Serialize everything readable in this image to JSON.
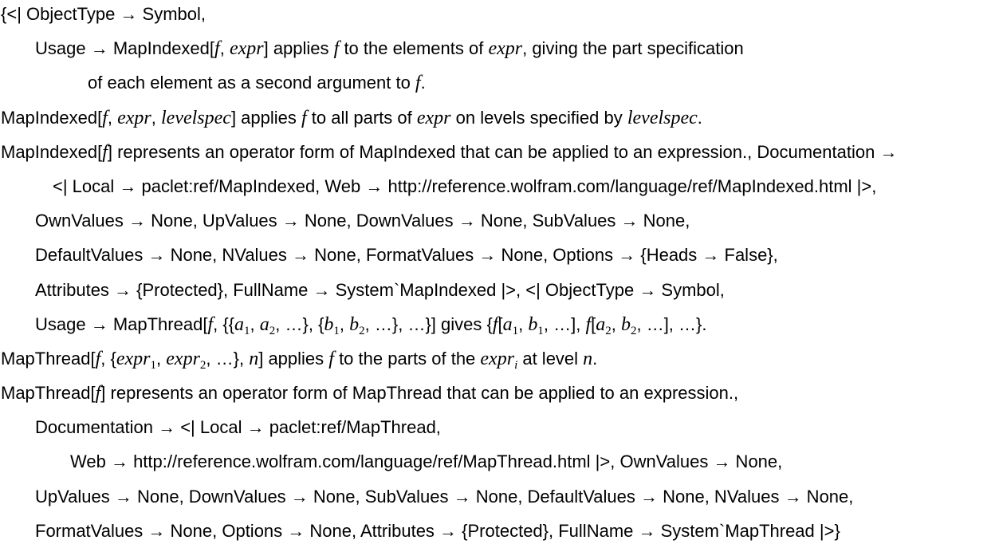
{
  "lines": [
    {
      "indent": 0,
      "segs": [
        {
          "t": "{<| ObjectType → Symbol,",
          "s": "n"
        }
      ]
    },
    {
      "indent": 44,
      "segs": [
        {
          "t": "Usage → MapIndexed[",
          "s": "n"
        },
        {
          "t": "f",
          "s": "i"
        },
        {
          "t": ", ",
          "s": "n"
        },
        {
          "t": "expr",
          "s": "i"
        },
        {
          "t": "] applies ",
          "s": "n"
        },
        {
          "t": "f",
          "s": "i"
        },
        {
          "t": " to the elements of ",
          "s": "n"
        },
        {
          "t": "expr",
          "s": "i"
        },
        {
          "t": ", giving the part specification",
          "s": "n"
        }
      ]
    },
    {
      "indent": 110,
      "segs": [
        {
          "t": "of each element as a second argument to ",
          "s": "n"
        },
        {
          "t": "f",
          "s": "i"
        },
        {
          "t": ".",
          "s": "n"
        }
      ]
    },
    {
      "indent": 0,
      "segs": [
        {
          "t": "MapIndexed[",
          "s": "n"
        },
        {
          "t": "f",
          "s": "i"
        },
        {
          "t": ", ",
          "s": "n"
        },
        {
          "t": "expr",
          "s": "i"
        },
        {
          "t": ", ",
          "s": "n"
        },
        {
          "t": "levelspec",
          "s": "i"
        },
        {
          "t": "] applies ",
          "s": "n"
        },
        {
          "t": "f",
          "s": "i"
        },
        {
          "t": " to all parts of ",
          "s": "n"
        },
        {
          "t": "expr",
          "s": "i"
        },
        {
          "t": " on levels specified by ",
          "s": "n"
        },
        {
          "t": "levelspec",
          "s": "i"
        },
        {
          "t": ".",
          "s": "n"
        }
      ]
    },
    {
      "indent": 0,
      "segs": [
        {
          "t": "MapIndexed[",
          "s": "n"
        },
        {
          "t": "f",
          "s": "i"
        },
        {
          "t": "] represents an operator form of MapIndexed that can be applied to an expression., Documentation →",
          "s": "n"
        }
      ]
    },
    {
      "indent": 66,
      "segs": [
        {
          "t": "<| Local → paclet:ref/MapIndexed, Web → http://reference.wolfram.com/language/ref/MapIndexed.html |>,",
          "s": "n"
        }
      ]
    },
    {
      "indent": 44,
      "segs": [
        {
          "t": "OwnValues → None, UpValues → None, DownValues → None, SubValues → None,",
          "s": "n"
        }
      ]
    },
    {
      "indent": 44,
      "segs": [
        {
          "t": "DefaultValues → None, NValues → None, FormatValues → None, Options → {Heads → False},",
          "s": "n"
        }
      ]
    },
    {
      "indent": 44,
      "segs": [
        {
          "t": "Attributes → {Protected}, FullName → System`MapIndexed |>, <| ObjectType → Symbol,",
          "s": "n"
        }
      ]
    },
    {
      "indent": 44,
      "segs": [
        {
          "t": "Usage → MapThread[",
          "s": "n"
        },
        {
          "t": "f",
          "s": "i"
        },
        {
          "t": ", {{",
          "s": "n"
        },
        {
          "t": "a",
          "s": "i"
        },
        {
          "t": "1",
          "s": "sub"
        },
        {
          "t": ", ",
          "s": "n"
        },
        {
          "t": "a",
          "s": "i"
        },
        {
          "t": "2",
          "s": "sub"
        },
        {
          "t": ", …}, {",
          "s": "n"
        },
        {
          "t": "b",
          "s": "i"
        },
        {
          "t": "1",
          "s": "sub"
        },
        {
          "t": ", ",
          "s": "n"
        },
        {
          "t": "b",
          "s": "i"
        },
        {
          "t": "2",
          "s": "sub"
        },
        {
          "t": ", …}, …}] gives {",
          "s": "n"
        },
        {
          "t": "f",
          "s": "i"
        },
        {
          "t": "[",
          "s": "n"
        },
        {
          "t": "a",
          "s": "i"
        },
        {
          "t": "1",
          "s": "sub"
        },
        {
          "t": ", ",
          "s": "n"
        },
        {
          "t": "b",
          "s": "i"
        },
        {
          "t": "1",
          "s": "sub"
        },
        {
          "t": ", …], ",
          "s": "n"
        },
        {
          "t": "f",
          "s": "i"
        },
        {
          "t": "[",
          "s": "n"
        },
        {
          "t": "a",
          "s": "i"
        },
        {
          "t": "2",
          "s": "sub"
        },
        {
          "t": ", ",
          "s": "n"
        },
        {
          "t": "b",
          "s": "i"
        },
        {
          "t": "2",
          "s": "sub"
        },
        {
          "t": ", …], …}.",
          "s": "n"
        }
      ]
    },
    {
      "indent": 0,
      "segs": [
        {
          "t": "MapThread[",
          "s": "n"
        },
        {
          "t": "f",
          "s": "i"
        },
        {
          "t": ", {",
          "s": "n"
        },
        {
          "t": "expr",
          "s": "i"
        },
        {
          "t": "1",
          "s": "sub"
        },
        {
          "t": ", ",
          "s": "n"
        },
        {
          "t": "expr",
          "s": "i"
        },
        {
          "t": "2",
          "s": "sub"
        },
        {
          "t": ", …}, ",
          "s": "n"
        },
        {
          "t": "n",
          "s": "i"
        },
        {
          "t": "] applies ",
          "s": "n"
        },
        {
          "t": "f",
          "s": "i"
        },
        {
          "t": " to the parts of the ",
          "s": "n"
        },
        {
          "t": "expr",
          "s": "i"
        },
        {
          "t": "i",
          "s": "isub"
        },
        {
          "t": " at level ",
          "s": "n"
        },
        {
          "t": "n",
          "s": "i"
        },
        {
          "t": ".",
          "s": "n"
        }
      ]
    },
    {
      "indent": 0,
      "segs": [
        {
          "t": "MapThread[",
          "s": "n"
        },
        {
          "t": "f",
          "s": "i"
        },
        {
          "t": "] represents an operator form of MapThread that can be applied to an expression.,",
          "s": "n"
        }
      ]
    },
    {
      "indent": 44,
      "segs": [
        {
          "t": "Documentation → <| Local → paclet:ref/MapThread,",
          "s": "n"
        }
      ]
    },
    {
      "indent": 88,
      "segs": [
        {
          "t": "Web → http://reference.wolfram.com/language/ref/MapThread.html |>, OwnValues → None,",
          "s": "n"
        }
      ]
    },
    {
      "indent": 44,
      "segs": [
        {
          "t": "UpValues → None, DownValues → None, SubValues → None, DefaultValues → None, NValues → None,",
          "s": "n"
        }
      ]
    },
    {
      "indent": 44,
      "segs": [
        {
          "t": "FormatValues → None, Options → None, Attributes → {Protected}, FullName → System`MapThread |>}",
          "s": "n"
        }
      ]
    }
  ]
}
